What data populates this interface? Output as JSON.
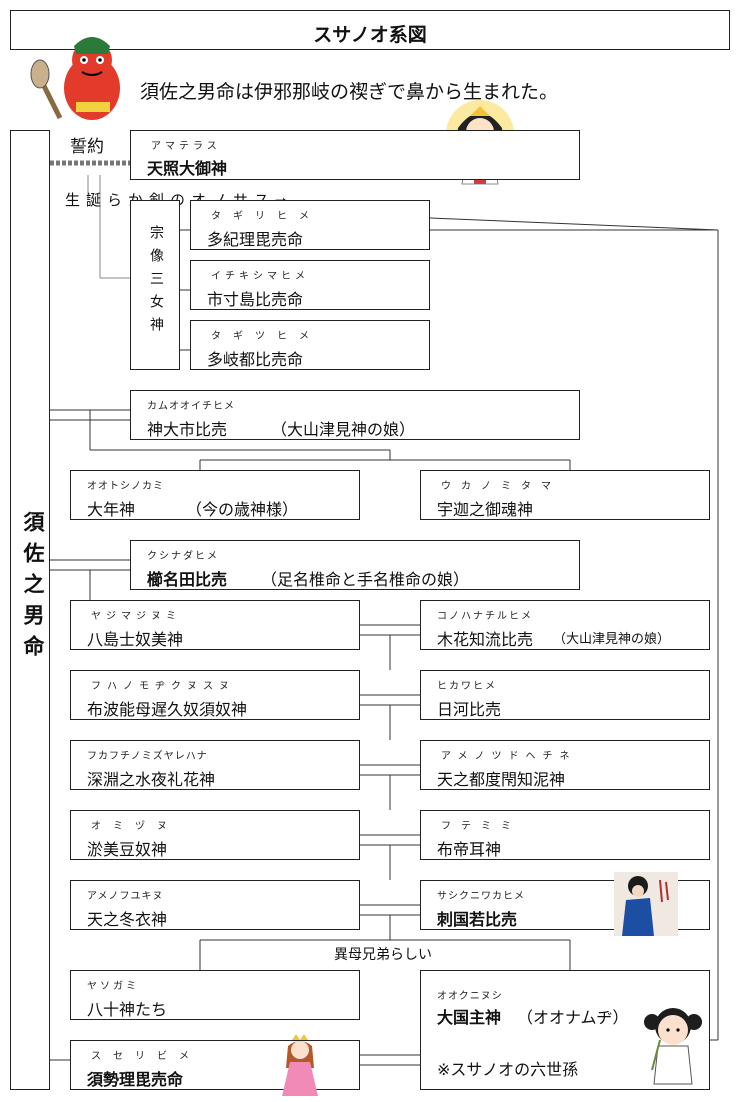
{
  "title": "スサノオ系図",
  "subtitle": "須佐之男命は伊邪那岐の禊ぎで鼻から生まれた。",
  "main_figure": "須佐之男命",
  "oath_label": "誓約",
  "sword_note": "➡スサノオの剣から誕生",
  "munakata_label": "宗像三女神",
  "half_brothers_note": "異母兄弟らしい",
  "people": {
    "amaterasu": {
      "ruby": "アマテラス",
      "name": "天照大御神"
    },
    "tagirihime": {
      "ruby": "タギリヒメ",
      "name": "多紀理毘売命"
    },
    "ichikishima": {
      "ruby": "イチキシマヒメ",
      "name": "市寸島比売命"
    },
    "tagitsuhime": {
      "ruby": "タギツヒメ",
      "name": "多岐都比売命"
    },
    "kamuooichi": {
      "ruby": "カムオオイチヒメ",
      "name": "神大市比売",
      "note": "（大山津見神の娘）"
    },
    "ootoshi": {
      "ruby": "オオトシノカミ",
      "name": "大年神",
      "note": "（今の歳神様）"
    },
    "ukanomitama": {
      "ruby": "ウカノミタマ",
      "name": "宇迦之御魂神"
    },
    "kushinada": {
      "ruby": "クシナダヒメ",
      "name": "櫛名田比売",
      "note": "（足名椎命と手名椎命の娘）"
    },
    "yashimajinumi": {
      "ruby": "ヤジマジヌミ",
      "name": "八島士奴美神"
    },
    "konohana": {
      "ruby": "コノハナチルヒメ",
      "name": "木花知流比売",
      "note": "（大山津見神の娘）"
    },
    "fuhanomoji": {
      "ruby": "フハノモヂクヌスヌ",
      "name": "布波能母遅久奴須奴神"
    },
    "hikawahime": {
      "ruby": "ヒカワヒメ",
      "name": "日河比売"
    },
    "fukabuchi": {
      "ruby": "フカフチノミズヤレハナ",
      "name": "深淵之水夜礼花神"
    },
    "amenotsudo": {
      "ruby": "アメノツドヘチネ",
      "name": "天之都度閇知泥神"
    },
    "omizunu": {
      "ruby": "オミヅヌ",
      "name": "淤美豆奴神"
    },
    "futemimi": {
      "ruby": "フテミミ",
      "name": "布帝耳神"
    },
    "amenofuyukinu": {
      "ruby": "アメノフユキヌ",
      "name": "天之冬衣神"
    },
    "sashikuni": {
      "ruby": "サシクニワカヒメ",
      "name": "刺国若比売"
    },
    "yasogami": {
      "ruby": "ヤソガミ",
      "name": "八十神たち"
    },
    "ookuninushi": {
      "ruby": "オオクニヌシ",
      "name": "大国主神",
      "alias": "（オオナムヂ）",
      "note": "※スサノオの六世孫"
    },
    "suseri": {
      "ruby": "スセリビメ",
      "name": "須勢理毘売命"
    }
  },
  "icons": [
    "oni-icon",
    "amaterasu-icon",
    "kimono-woman-icon",
    "ookuninushi-icon",
    "princess-icon"
  ]
}
